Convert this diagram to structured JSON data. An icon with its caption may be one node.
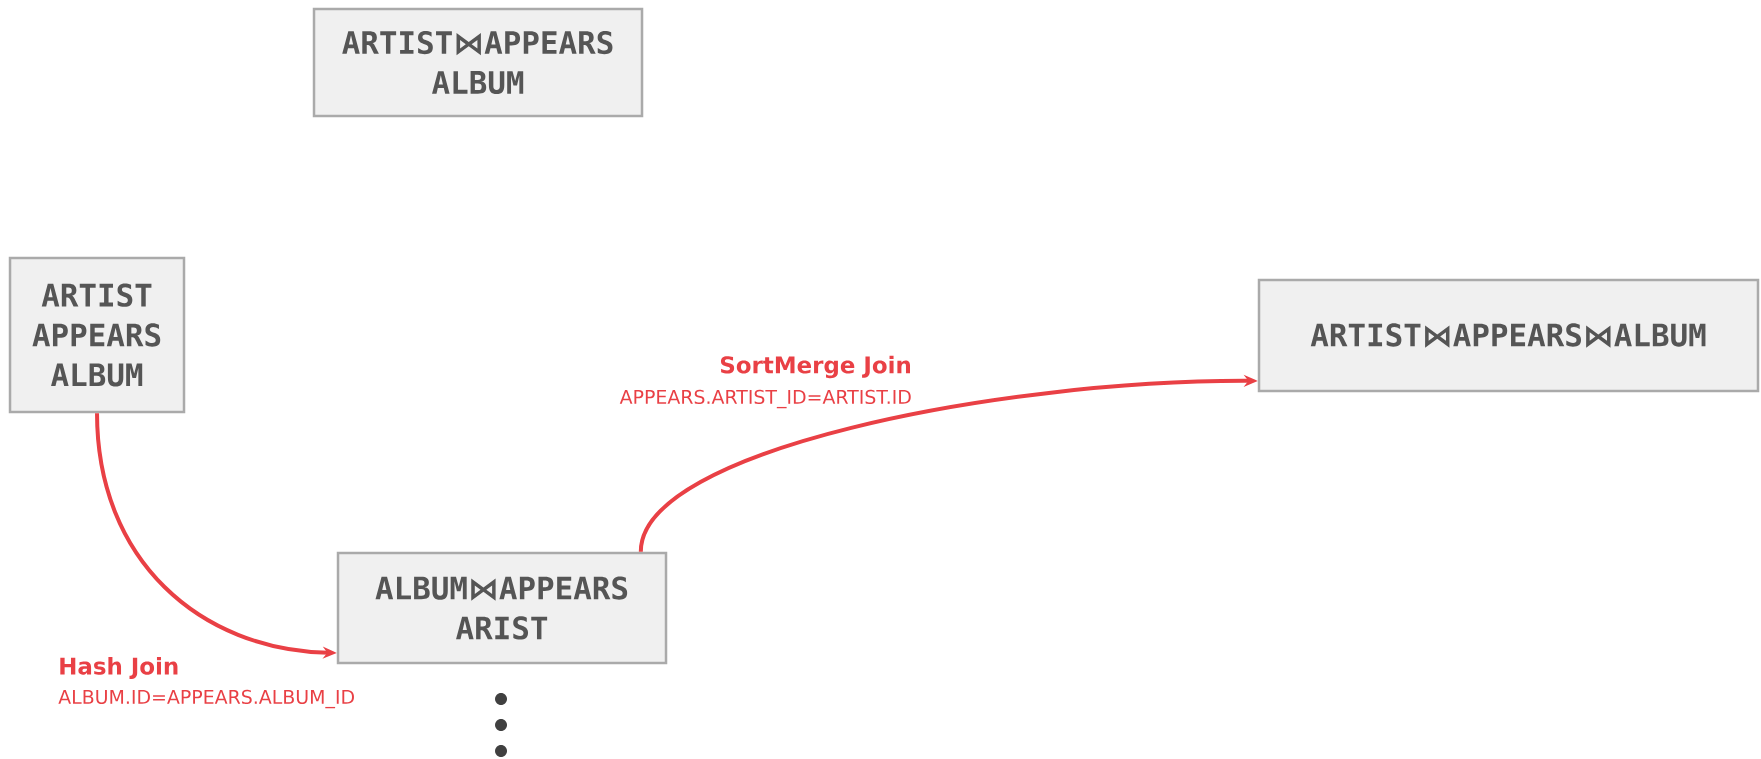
{
  "diagram": {
    "nodes": [
      {
        "text": [
          "ARTIST⋈APPEARS ALBUM"
        ]
      },
      {
        "text": [
          "ARTIST APPEARS ALBUM"
        ]
      },
      {
        "text": [
          "ALBUM⋈APPEARS ARIST"
        ]
      },
      {
        "text": [
          "ARTIST⋈APPEARS⋈ALBUM"
        ]
      }
    ],
    "edges": [
      {
        "from": 1,
        "to": 2,
        "arrow": "to",
        "label": "Hash Join"
      },
      {
        "from": 2,
        "to": 3,
        "arrow": "to",
        "label": "SortMerge Join"
      }
    ],
    "labels": [
      "APPEARS.ARTIST_ID=ARTIST.ID",
      "ALBUM.ID=APPEARS.ALBUM_ID"
    ]
  }
}
